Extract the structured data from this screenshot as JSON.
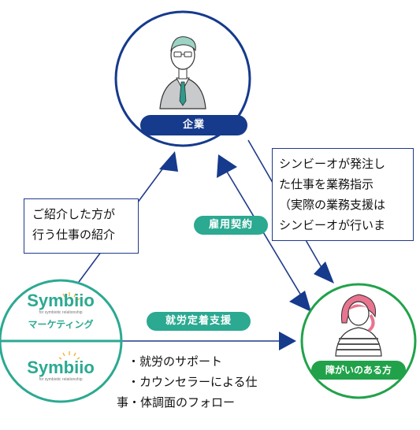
{
  "colors": {
    "navy": "#163a8c",
    "teal": "#2ba991",
    "green": "#21a24a",
    "line": "#1f3a8a"
  },
  "company": {
    "label": "企業",
    "icon": "businessman-icon"
  },
  "person": {
    "label": "障がいのある方",
    "icon": "woman-icon"
  },
  "symbiio_marketing": {
    "logo_text": "Symbiio",
    "sub_text": "マーケティング",
    "tagline": "for symbiotic relationship"
  },
  "symbiio": {
    "logo_text": "Symbiio",
    "tagline": "for symbiotic relationship"
  },
  "edge_labels": {
    "employment": "雇用契約",
    "retention": "就労定着支援"
  },
  "notes": {
    "intro": [
      "ご紹介した方が",
      "行う仕事の紹介"
    ],
    "order": [
      "シンビーオが発注し",
      "た仕事を業務指示",
      "（実際の業務支援は",
      "シンビーオが行いま"
    ],
    "support": [
      "・就労のサポート",
      "・カウンセラーによる仕",
      "事・体調面のフォロー"
    ]
  }
}
